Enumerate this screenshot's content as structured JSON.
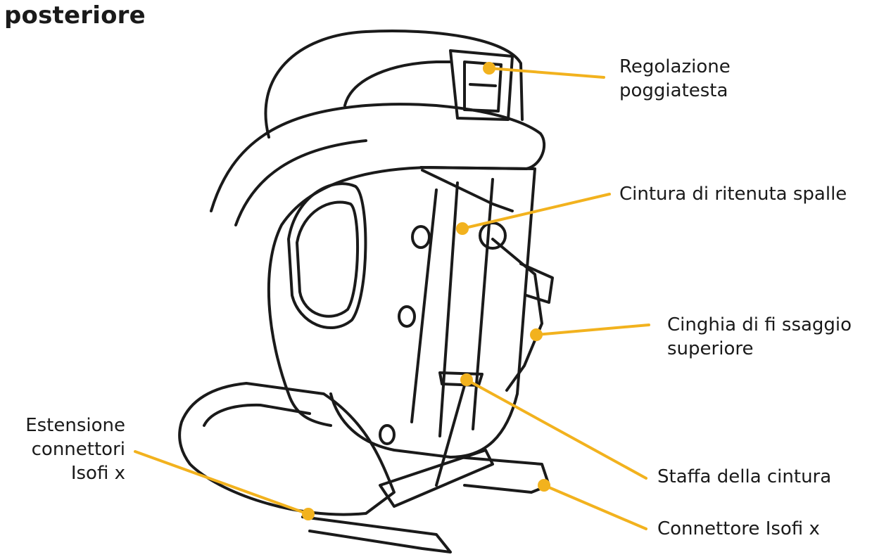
{
  "heading": "posteriore",
  "callouts": {
    "headrest_adjust": [
      "Regolazione",
      "poggiatesta"
    ],
    "shoulder_belt": [
      "Cintura di ritenuta spalle"
    ],
    "top_tether": [
      "Cinghia di fi ssaggio",
      "superiore"
    ],
    "belt_bracket": [
      "Staffa della cintura"
    ],
    "isofix_connector": [
      "Connettore Isofi x"
    ],
    "isofix_extension": [
      "Estensione",
      "connettori",
      "Isofi x"
    ]
  },
  "colors": {
    "leader": "#f2b21e",
    "outline": "#1a1a1a",
    "text": "#1a1a1a"
  }
}
